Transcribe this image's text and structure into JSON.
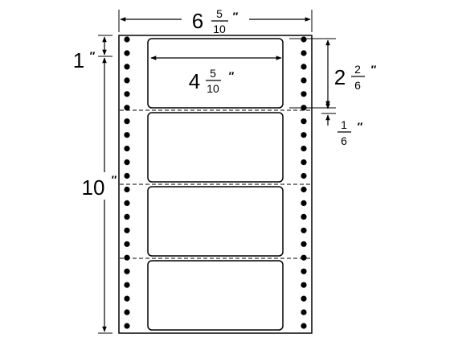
{
  "dimensions": {
    "total_width": {
      "whole": "6",
      "numerator": "5",
      "denominator": "10",
      "unit_mark": "″"
    },
    "label_width": {
      "whole": "4",
      "numerator": "5",
      "denominator": "10",
      "unit_mark": "″"
    },
    "label_height": {
      "whole": "2",
      "numerator": "2",
      "denominator": "6",
      "unit_mark": "″"
    },
    "label_gap": {
      "whole": "",
      "numerator": "1",
      "denominator": "6",
      "unit_mark": "″"
    },
    "sheet_height": {
      "whole": "10",
      "unit_mark": "″"
    },
    "top_offset": {
      "whole": "1",
      "unit_mark": "″"
    }
  },
  "sheet": {
    "label_count": 4,
    "holes_per_side": 22
  },
  "colors": {
    "line": "#000000",
    "background": "#ffffff"
  }
}
